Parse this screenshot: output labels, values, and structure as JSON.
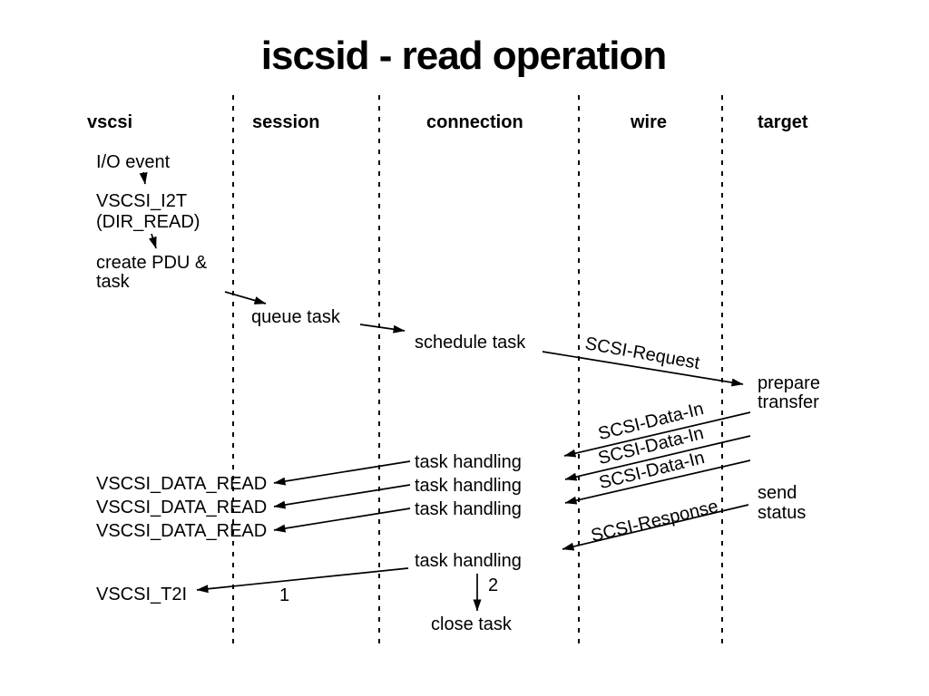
{
  "title": "iscsid - read operation",
  "columns": {
    "vscsi": "vscsi",
    "session": "session",
    "connection": "connection",
    "wire": "wire",
    "target": "target"
  },
  "vscsi": {
    "io_event": "I/O event",
    "i2t": "VSCSI_I2T",
    "dir_read": "(DIR_READ)",
    "create_pdu_line1": "create PDU &",
    "create_pdu_line2": "task",
    "data_read_1": "VSCSI_DATA_READ",
    "data_read_2": "VSCSI_DATA_READ",
    "data_read_3": "VSCSI_DATA_READ",
    "t2i": "VSCSI_T2I"
  },
  "session": {
    "queue_task": "queue task"
  },
  "connection": {
    "schedule_task": "schedule task",
    "task_handling_1": "task handling",
    "task_handling_2": "task handling",
    "task_handling_3": "task handling",
    "task_handling_4": "task handling",
    "close_task": "close task"
  },
  "wire": {
    "scsi_request": "SCSI-Request",
    "scsi_data_in_1": "SCSI-Data-In",
    "scsi_data_in_2": "SCSI-Data-In",
    "scsi_data_in_3": "SCSI-Data-In",
    "scsi_response": "SCSI-Response"
  },
  "target": {
    "prepare_line1": "prepare",
    "prepare_line2": "transfer",
    "send_line1": "send",
    "send_line2": "status"
  },
  "annotations": {
    "step_1": "1",
    "step_2": "2"
  }
}
